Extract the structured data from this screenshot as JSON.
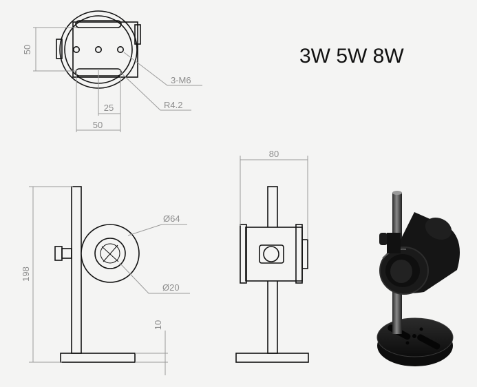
{
  "heading": "3W 5W 8W",
  "top_view": {
    "dim_height": "50",
    "dim_spacing": "25",
    "dim_width": "50",
    "callout_holes": "3-M6",
    "callout_radius": "R4.2"
  },
  "front_view": {
    "dim_height": "198",
    "dim_outer_diameter": "Ø64",
    "dim_inner_diameter": "Ø20",
    "dim_base_thickness": "10"
  },
  "side_view": {
    "dim_width": "80"
  },
  "colors": {
    "background": "#f4f4f3",
    "lines": "#111111",
    "dimensions": "#8d8d8d",
    "render_body": "#1a1a1a"
  }
}
